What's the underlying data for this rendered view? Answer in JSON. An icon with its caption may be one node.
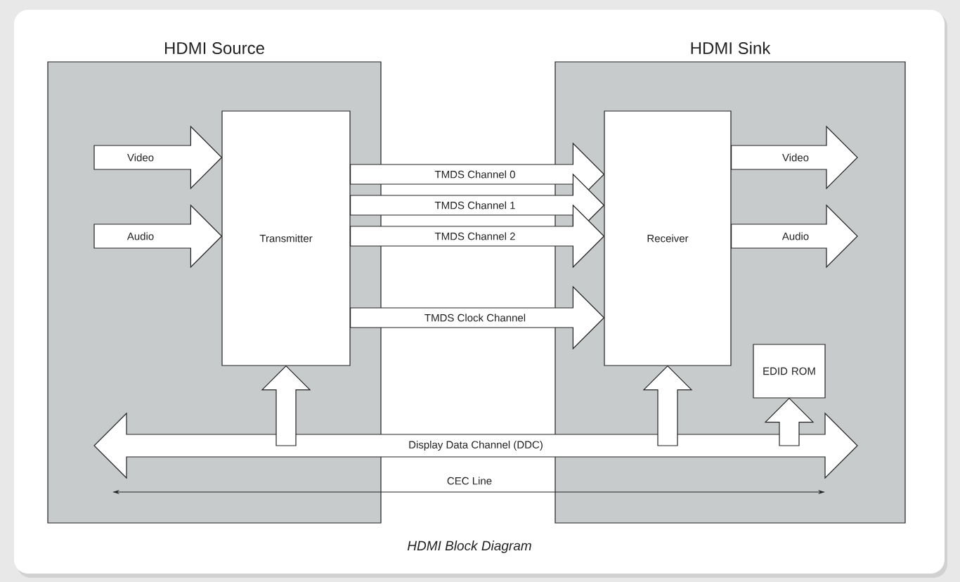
{
  "diagram": {
    "caption": "HDMI Block Diagram",
    "nodes": [
      {
        "text": [
          "HDMI Source"
        ]
      },
      {
        "text": [
          "Transmitter"
        ],
        "in": 0
      },
      {
        "text": [
          "HDMI Sink"
        ]
      },
      {
        "text": [
          "Receiver"
        ],
        "in": 2
      },
      {
        "text": [
          "EDID ROM"
        ],
        "in": 2
      },
      {
        "text": [
          "Display Data Channel (DDC)"
        ]
      }
    ],
    "edges": [
      {
        "from": null,
        "to": 1,
        "arrow": "to",
        "label": "Video"
      },
      {
        "from": null,
        "to": 1,
        "arrow": "to",
        "label": "Audio"
      },
      {
        "from": 1,
        "to": 3,
        "arrow": "to",
        "label": "TMDS Channel 0"
      },
      {
        "from": 1,
        "to": 3,
        "arrow": "to",
        "label": "TMDS Channel 1"
      },
      {
        "from": 1,
        "to": 3,
        "arrow": "to",
        "label": "TMDS Channel 2"
      },
      {
        "from": 1,
        "to": 3,
        "arrow": "to",
        "label": "TMDS Clock Channel"
      },
      {
        "from": 3,
        "to": null,
        "arrow": "to",
        "label": "Video"
      },
      {
        "from": 3,
        "to": null,
        "arrow": "to",
        "label": "Audio"
      },
      {
        "from": 5,
        "to": 1,
        "arrow": "to"
      },
      {
        "from": 5,
        "to": 3,
        "arrow": "to"
      },
      {
        "from": 5,
        "to": 4,
        "arrow": "to"
      }
    ],
    "labels": [
      "CEC Line"
    ]
  }
}
